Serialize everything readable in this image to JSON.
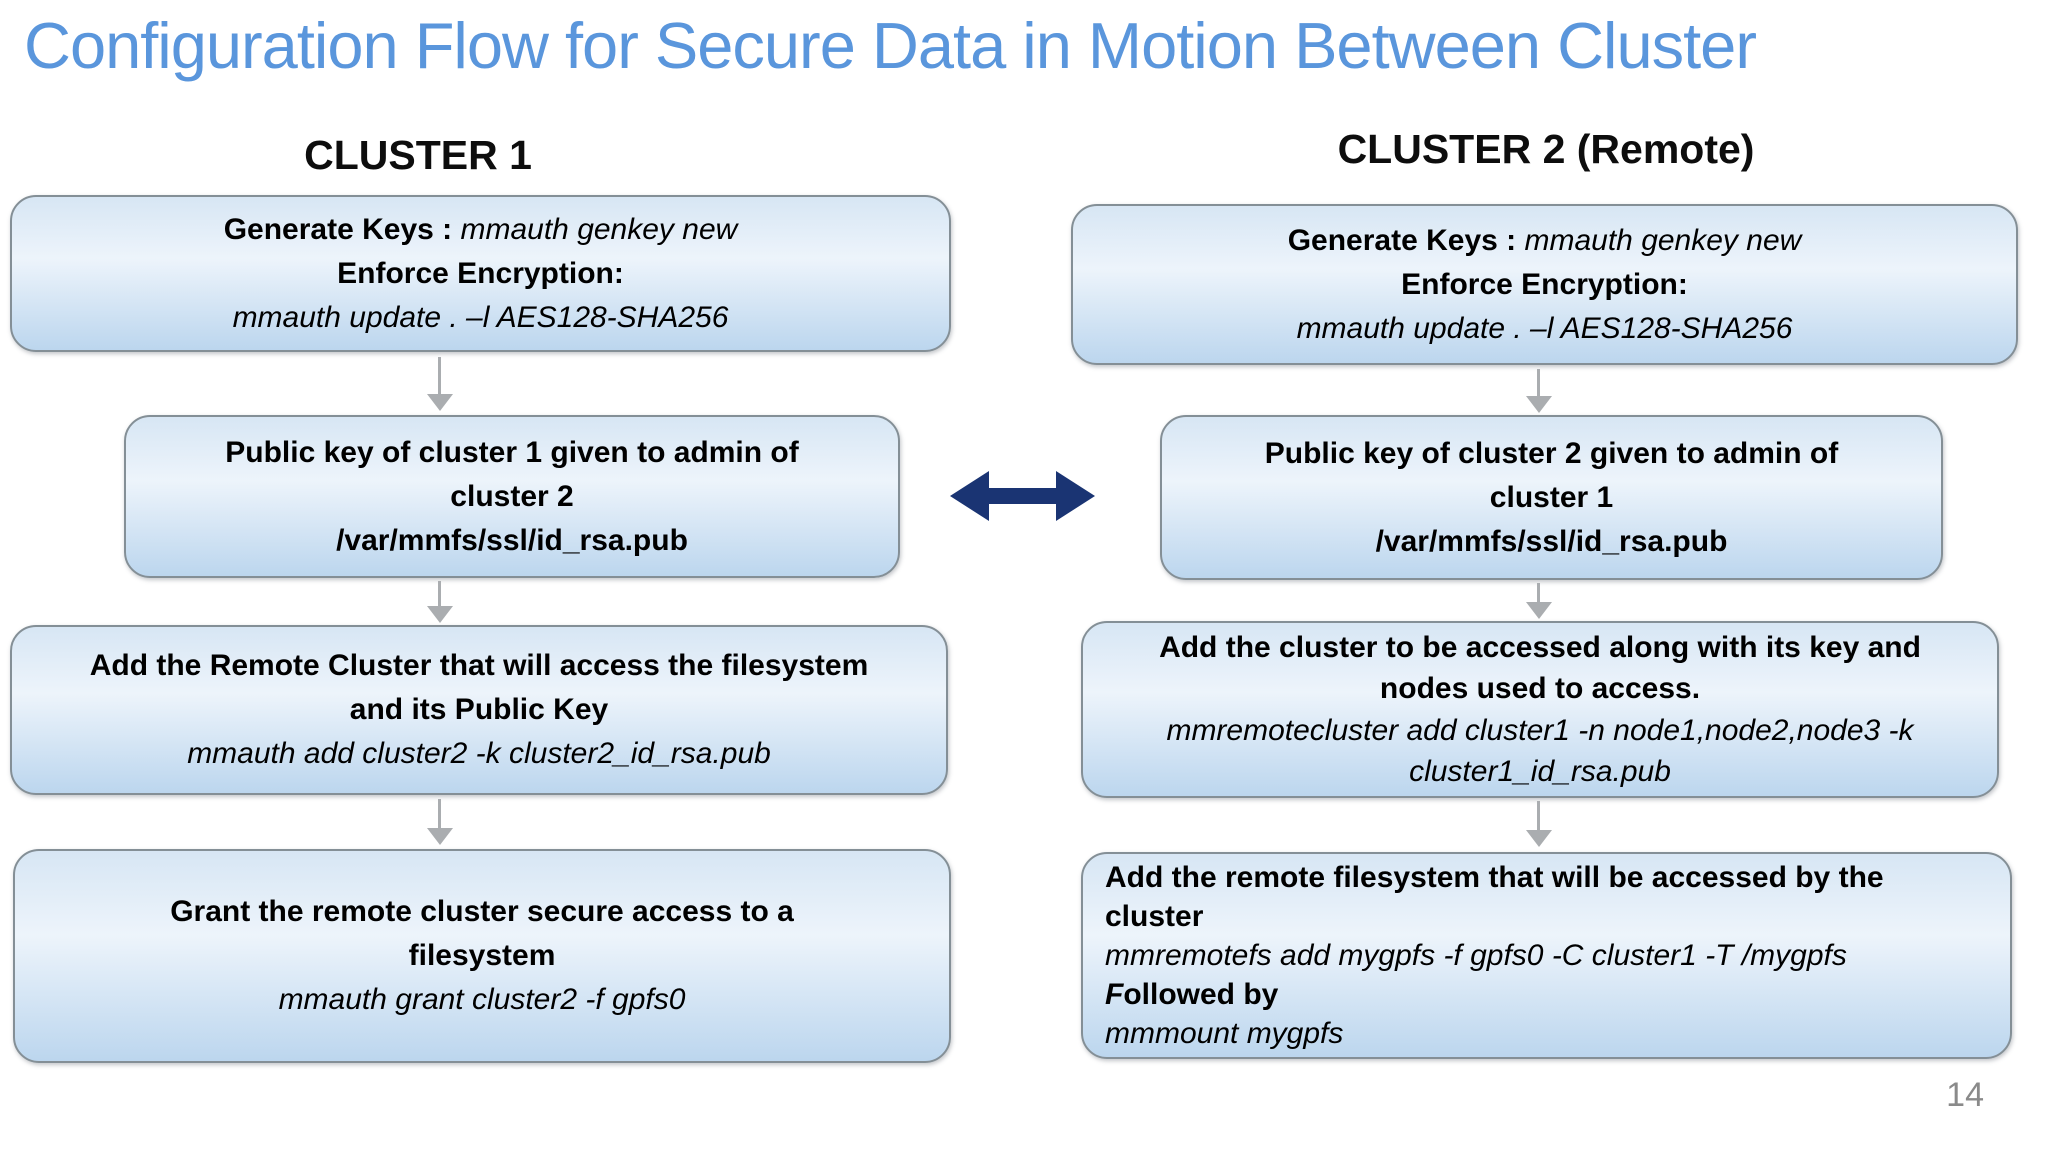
{
  "slide": {
    "title": "Configuration Flow for Secure Data in Motion Between Cluster",
    "page_number": "14"
  },
  "colors": {
    "title": "#5A96DC",
    "box_border": "#848F96",
    "box_gradient_top": "#D7E6F4",
    "box_gradient_mid": "#EDF4FB",
    "box_gradient_bottom": "#BCD6EE",
    "connector_arrow": "#AAADB0",
    "exchange_arrow": "#1A3473",
    "page_number": "#8A8A8A",
    "text": "#000000"
  },
  "icons": {
    "down_arrow": "down-arrow-icon",
    "exchange_arrow": "double-arrow-icon"
  },
  "columns": [
    {
      "header": "CLUSTER 1",
      "boxes": [
        {
          "name": "generate-keys-cluster1",
          "lines": [
            [
              {
                "t": "Generate Keys : ",
                "b": true
              },
              {
                "t": "mmauth genkey new",
                "i": true
              }
            ],
            [
              {
                "t": "Enforce Encryption:",
                "b": true
              }
            ],
            [
              {
                "t": "mmauth update . –l  AES128-SHA256",
                "i": true
              }
            ]
          ]
        },
        {
          "name": "public-key-cluster1",
          "lines": [
            [
              {
                "t": "Public key of cluster 1 given to admin of",
                "b": true
              }
            ],
            [
              {
                "t": "cluster 2",
                "b": true
              }
            ],
            [
              {
                "t": "/var/mmfs/ssl/id_rsa.pub",
                "b": true
              }
            ]
          ]
        },
        {
          "name": "add-remote-cluster",
          "lines": [
            [
              {
                "t": "Add the Remote Cluster that will access the filesystem",
                "b": true
              }
            ],
            [
              {
                "t": "and its Public Key",
                "b": true
              }
            ],
            [
              {
                "t": "mmauth add cluster2 -k cluster2_id_rsa.pub",
                "i": true
              }
            ]
          ]
        },
        {
          "name": "grant-access",
          "lines": [
            [
              {
                "t": "Grant the remote cluster secure access to a",
                "b": true
              }
            ],
            [
              {
                "t": "filesystem",
                "b": true
              }
            ],
            [
              {
                "t": "mmauth grant cluster2 -f gpfs0",
                "i": true
              }
            ]
          ]
        }
      ]
    },
    {
      "header": "CLUSTER 2 (Remote)",
      "boxes": [
        {
          "name": "generate-keys-cluster2",
          "lines": [
            [
              {
                "t": "Generate Keys : ",
                "b": true
              },
              {
                "t": "mmauth genkey new",
                "i": true
              }
            ],
            [
              {
                "t": "Enforce Encryption:",
                "b": true
              }
            ],
            [
              {
                "t": "mmauth update . –l  AES128-SHA256",
                "i": true
              }
            ]
          ]
        },
        {
          "name": "public-key-cluster2",
          "lines": [
            [
              {
                "t": "Public key of cluster 2 given to admin of",
                "b": true
              }
            ],
            [
              {
                "t": "cluster 1",
                "b": true
              }
            ],
            [
              {
                "t": "/var/mmfs/ssl/id_rsa.pub",
                "b": true
              }
            ]
          ]
        },
        {
          "name": "add-cluster-to-be-accessed",
          "lines": [
            [
              {
                "t": "Add the cluster to be accessed along with its key and",
                "b": true
              }
            ],
            [
              {
                "t": "nodes used to access.",
                "b": true
              }
            ],
            [
              {
                "t": "mmremotecluster add cluster1 -n node1,node2,node3 -k",
                "i": true
              }
            ],
            [
              {
                "t": "cluster1_id_rsa.pub",
                "i": true
              }
            ]
          ]
        },
        {
          "name": "add-remote-filesystem",
          "align": "left",
          "lines": [
            [
              {
                "t": "Add the remote filesystem that will be accessed by the",
                "b": true
              }
            ],
            [
              {
                "t": "cluster",
                "b": true
              }
            ],
            [
              {
                "t": "mmremotefs add mygpfs -f gpfs0 -C cluster1 -T /mygpfs",
                "i": true
              }
            ],
            [
              {
                "t": "F",
                "b": true,
                "i": true
              },
              {
                "t": "ollowed by",
                "b": true
              }
            ],
            [
              {
                "t": "mmmount mygpfs",
                "i": true
              }
            ]
          ]
        }
      ]
    }
  ]
}
